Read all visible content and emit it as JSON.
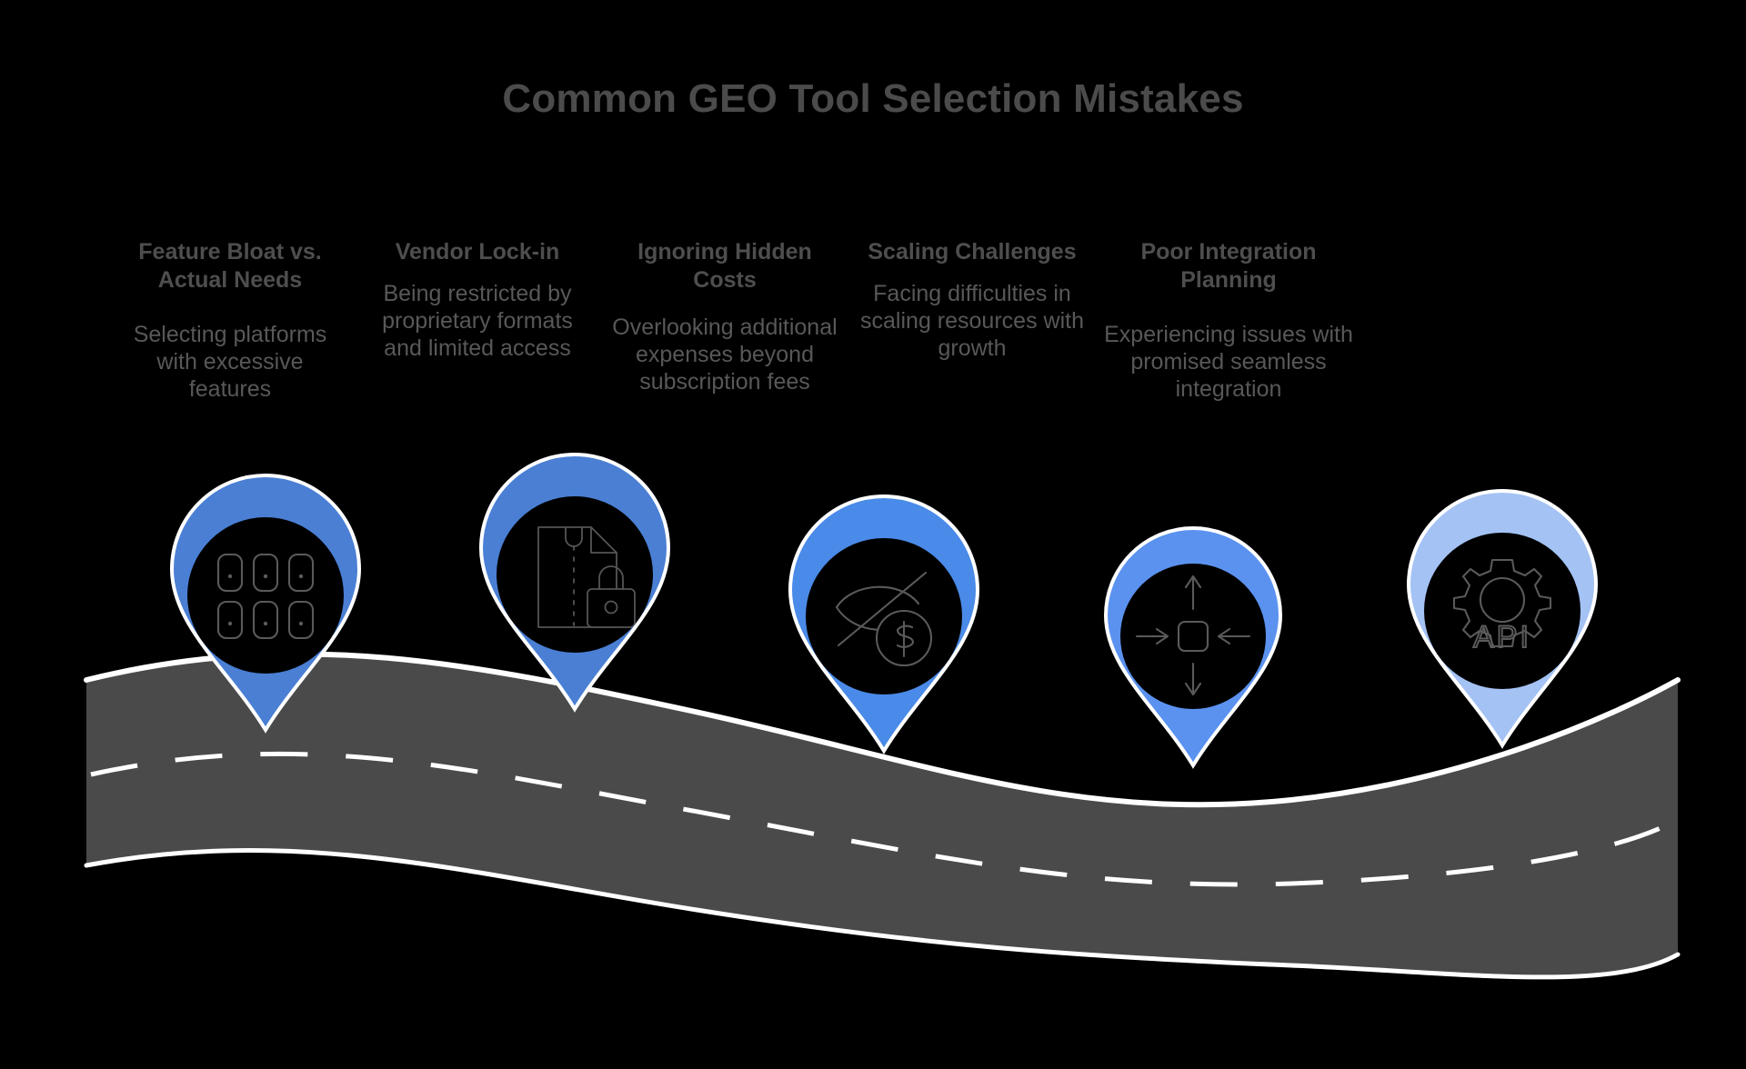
{
  "title": "Common GEO Tool Selection Mistakes",
  "background_color": "#000000",
  "title_color": "#4b4b4b",
  "road": {
    "surface_color": "#4a4a4a",
    "edge_color": "#ffffff",
    "center_line_color": "#ffffff",
    "center_line_style": "dashed"
  },
  "columns": [
    {
      "heading": "Feature Bloat vs. Actual Needs",
      "body": "Selecting platforms with excessive features",
      "icon": "app-grid-icon",
      "pin_color": "#4a7fd4"
    },
    {
      "heading": "Vendor Lock-in",
      "body": "Being restricted by proprietary formats and limited access",
      "icon": "locked-zip-file-icon",
      "pin_color": "#4a7fd4"
    },
    {
      "heading": "Ignoring Hidden Costs",
      "body": "Overlooking additional expenses beyond subscription fees",
      "icon": "hidden-cost-eye-dollar-icon",
      "pin_color": "#4a8ae8"
    },
    {
      "heading": "Scaling Challenges",
      "body": "Facing difficulties in scaling resources with growth",
      "icon": "scale-arrows-icon",
      "pin_color": "#5b92f0"
    },
    {
      "heading": "Poor Integration Planning",
      "body": "Experiencing issues with promised seamless integration",
      "icon": "api-gear-icon",
      "pin_color": "#a4c2f4"
    }
  ]
}
